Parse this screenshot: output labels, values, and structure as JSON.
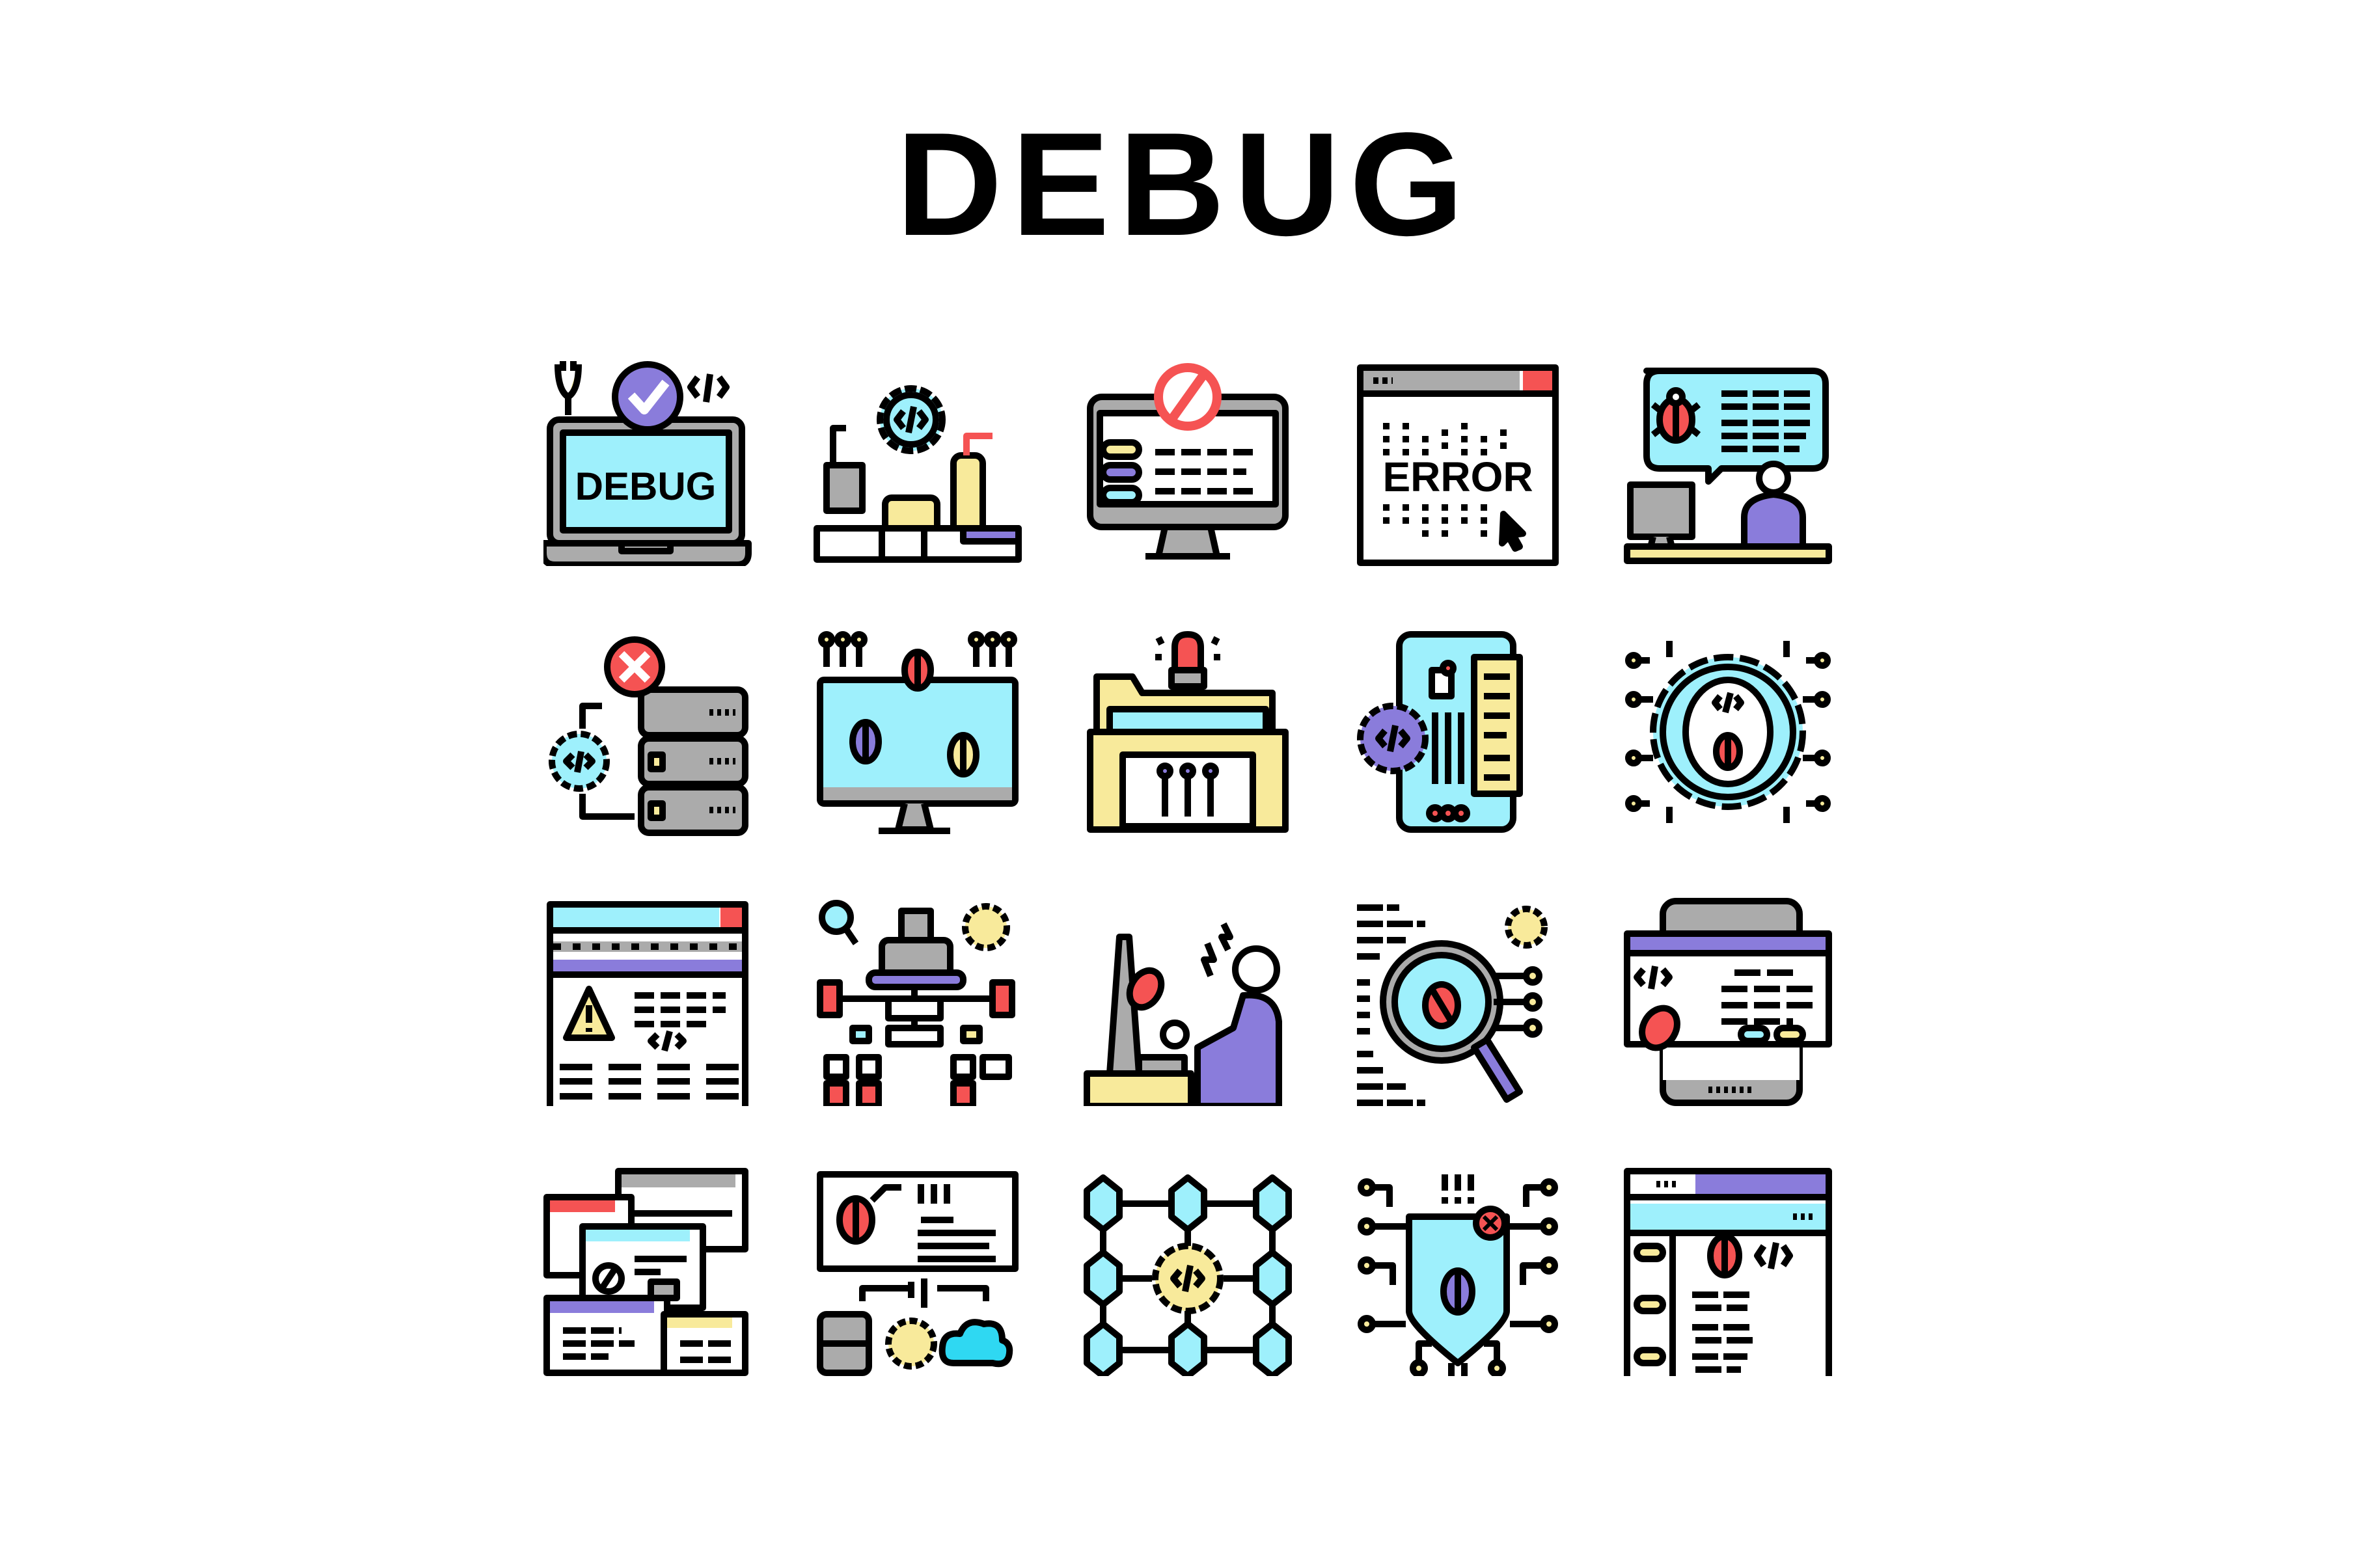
{
  "title": "DEBUG",
  "palette": {
    "outline": "#000000",
    "cyan": "#9EF0FC",
    "purple": "#8A7CDB",
    "red": "#F55353",
    "yellow": "#F8EA9B",
    "gray": "#ABABAB",
    "sky": "#2FD8F2",
    "background": "#FFFFFF"
  },
  "icons": [
    {
      "row": 1,
      "col": 1,
      "name": "debug-laptop-icon",
      "text": "DEBUG"
    },
    {
      "row": 1,
      "col": 2,
      "name": "dev-workstation-gear-icon"
    },
    {
      "row": 1,
      "col": 3,
      "name": "blocked-monitor-icon"
    },
    {
      "row": 1,
      "col": 4,
      "name": "error-window-icon",
      "text": "ERROR"
    },
    {
      "row": 1,
      "col": 5,
      "name": "bug-report-chat-icon"
    },
    {
      "row": 2,
      "col": 1,
      "name": "server-error-icon"
    },
    {
      "row": 2,
      "col": 2,
      "name": "bugs-on-monitor-icon"
    },
    {
      "row": 2,
      "col": 3,
      "name": "alarm-folder-icon"
    },
    {
      "row": 2,
      "col": 4,
      "name": "mobile-circuit-gear-icon"
    },
    {
      "row": 2,
      "col": 5,
      "name": "gear-bug-circuit-icon"
    },
    {
      "row": 3,
      "col": 1,
      "name": "warning-web-page-icon"
    },
    {
      "row": 3,
      "col": 2,
      "name": "robot-flowchart-icon"
    },
    {
      "row": 3,
      "col": 3,
      "name": "frustrated-developer-icon"
    },
    {
      "row": 3,
      "col": 4,
      "name": "magnifier-bug-icon"
    },
    {
      "row": 3,
      "col": 5,
      "name": "tablet-bug-code-icon"
    },
    {
      "row": 4,
      "col": 1,
      "name": "stacked-windows-icon"
    },
    {
      "row": 4,
      "col": 2,
      "name": "bug-network-cloud-icon"
    },
    {
      "row": 4,
      "col": 3,
      "name": "blockchain-gear-icon"
    },
    {
      "row": 4,
      "col": 4,
      "name": "shield-bug-circuit-icon"
    },
    {
      "row": 4,
      "col": 5,
      "name": "code-editor-bug-icon"
    }
  ]
}
